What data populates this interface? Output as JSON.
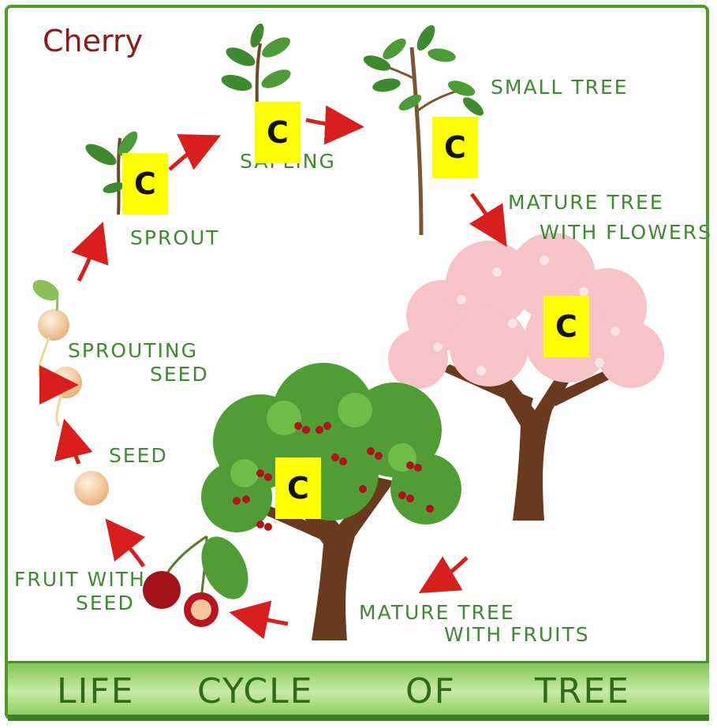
{
  "title": "Cherry",
  "stages": {
    "sprout": "SPROUT",
    "sapling": "SAPLING",
    "small_tree": "SMALL TREE",
    "mature_flowers_line1": "MATURE TREE",
    "mature_flowers_line2": "WITH FLOWERS",
    "mature_fruits_line1": "MATURE TREE",
    "mature_fruits_line2": "WITH FRUITS",
    "fruit_seed_line1": "FRUIT WITH",
    "fruit_seed_line2": "SEED",
    "seed": "SEED",
    "sprouting_line1": "SPROUTING",
    "sprouting_line2": "SEED"
  },
  "badges": [
    "C",
    "C",
    "C",
    "C",
    "C"
  ],
  "banner": {
    "word1": "LIFE",
    "word2": "CYCLE",
    "word3": "OF",
    "word4": "TREE"
  },
  "colors": {
    "frame": "#4f9a2b",
    "label_text": "#3d8a2f",
    "title_text": "#8b1a1a",
    "badge": "#ffff00",
    "arrow": "#d91e1e"
  }
}
